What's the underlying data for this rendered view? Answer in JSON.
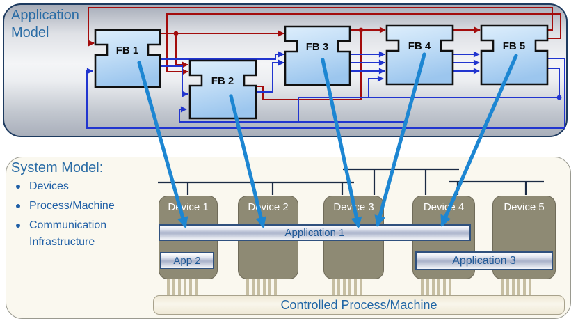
{
  "colors": {
    "event_wire": "#a30c0c",
    "data_wire": "#2135cf",
    "mapping_arrow": "#1d86d2",
    "network_bus": "#1b2b44",
    "device_pin": "#c6bea2",
    "panel_title_blue": "#2a6ca5",
    "app_label_blue": "#1d5796",
    "device_fill": "#8e8a74",
    "fb_fill_light": "#ddeefc",
    "fb_fill_dark": "#9cc6ee"
  },
  "application_model": {
    "title": "Application Model",
    "function_blocks": [
      {
        "label": "FB 1"
      },
      {
        "label": "FB 2"
      },
      {
        "label": "FB 3"
      },
      {
        "label": "FB 4"
      },
      {
        "label": "FB 5"
      }
    ],
    "legend": {
      "event_connections": "red wires",
      "data_connections": "blue wires"
    }
  },
  "system_model": {
    "title": "System Model:",
    "bullets": [
      "Devices",
      "Process/Machine",
      "Communication Infrastructure"
    ],
    "devices": [
      {
        "label": "Device 1"
      },
      {
        "label": "Device 2"
      },
      {
        "label": "Device 3"
      },
      {
        "label": "Device 4"
      },
      {
        "label": "Device 5"
      }
    ],
    "applications": [
      {
        "label": "Application 1"
      },
      {
        "label": "App 2"
      },
      {
        "label": "Application 3"
      }
    ],
    "process_label": "Controlled Process/Machine"
  }
}
